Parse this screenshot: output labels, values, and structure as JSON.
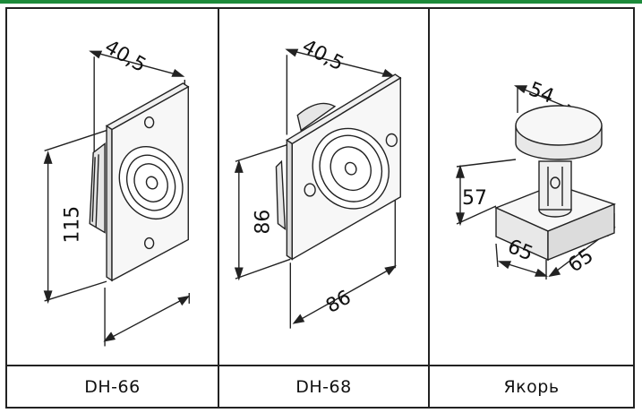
{
  "colors": {
    "accent_bar": "#1c8a3a",
    "line": "#222222",
    "part_fill": "#f4f4f4"
  },
  "products": [
    {
      "name": "DH-66",
      "dimensions": {
        "width": "40,5",
        "height": "115"
      }
    },
    {
      "name": "DH-68",
      "dimensions": {
        "width": "40,5",
        "height": "86",
        "depth": "86"
      }
    },
    {
      "name": "Якорь",
      "dimensions": {
        "diameter": "54",
        "height": "57",
        "base_a": "65",
        "base_b": "65"
      }
    }
  ]
}
